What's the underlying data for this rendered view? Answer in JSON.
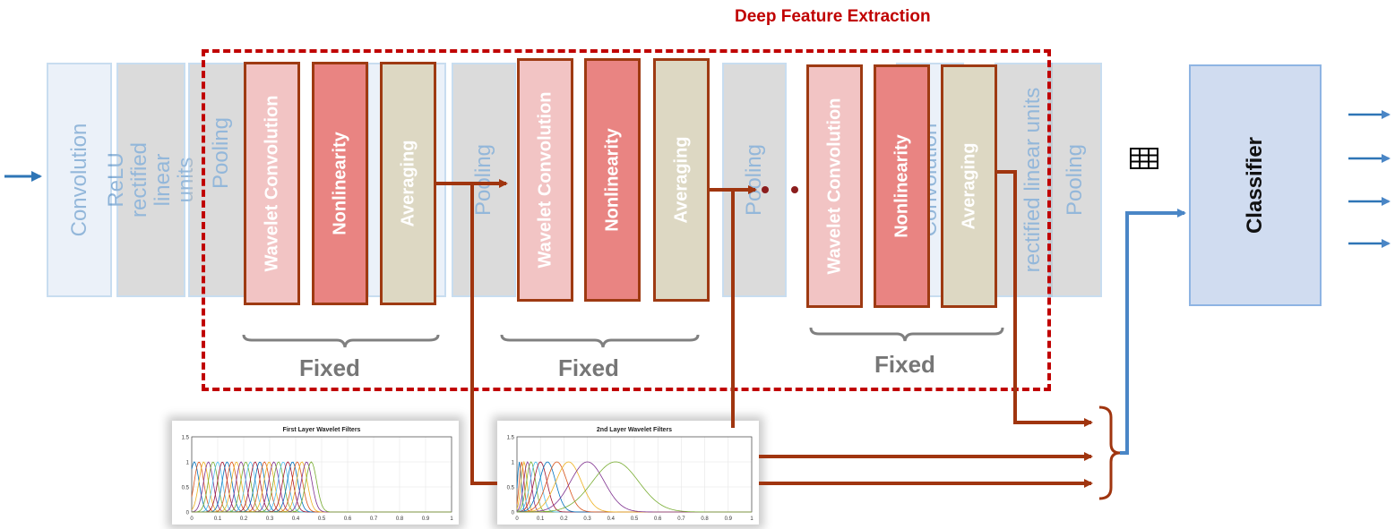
{
  "diagram_title": "Deep Feature Extraction",
  "background_layers": [
    "Convolution",
    "ReLU\nrectified linear units",
    "Pooling",
    "Pooling",
    "Pooling",
    "Convolution",
    "rectified linear units",
    "Pooling"
  ],
  "stages": [
    {
      "blocks": [
        "Wavelet Convolution",
        "Nonlinearity",
        "Averaging"
      ],
      "label": "Fixed"
    },
    {
      "blocks": [
        "Wavelet Convolution",
        "Nonlinearity",
        "Averaging"
      ],
      "label": "Fixed"
    },
    {
      "blocks": [
        "Wavelet Convolution",
        "Nonlinearity",
        "Averaging"
      ],
      "label": "Fixed"
    }
  ],
  "classifier_label": "Classifier",
  "plots": [
    {
      "title": "First Layer Wavelet Filters",
      "yticks": [
        "1.5",
        "1",
        "0.5",
        "0"
      ],
      "xticks": [
        "0",
        "0.1",
        "0.2",
        "0.3",
        "0.4",
        "0.5",
        "0.6",
        "0.7",
        "0.8",
        "0.9",
        "1"
      ]
    },
    {
      "title": "2nd Layer Wavelet Filters",
      "yticks": [
        "1.5",
        "1",
        "0.5",
        "0"
      ],
      "xticks": [
        "0",
        "0.1",
        "0.2",
        "0.3",
        "0.4",
        "0.5",
        "0.6",
        "0.7",
        "0.8",
        "0.9",
        "1"
      ]
    }
  ],
  "colors": {
    "frame": "#c00000",
    "feature_arrow": "#a0350f",
    "classifier_arrow": "#4a86c6",
    "input_arrow": "#2e75b6",
    "stage_border": "#9e3a12",
    "fixed_text": "#767676"
  },
  "icons": [
    "table-icon"
  ]
}
